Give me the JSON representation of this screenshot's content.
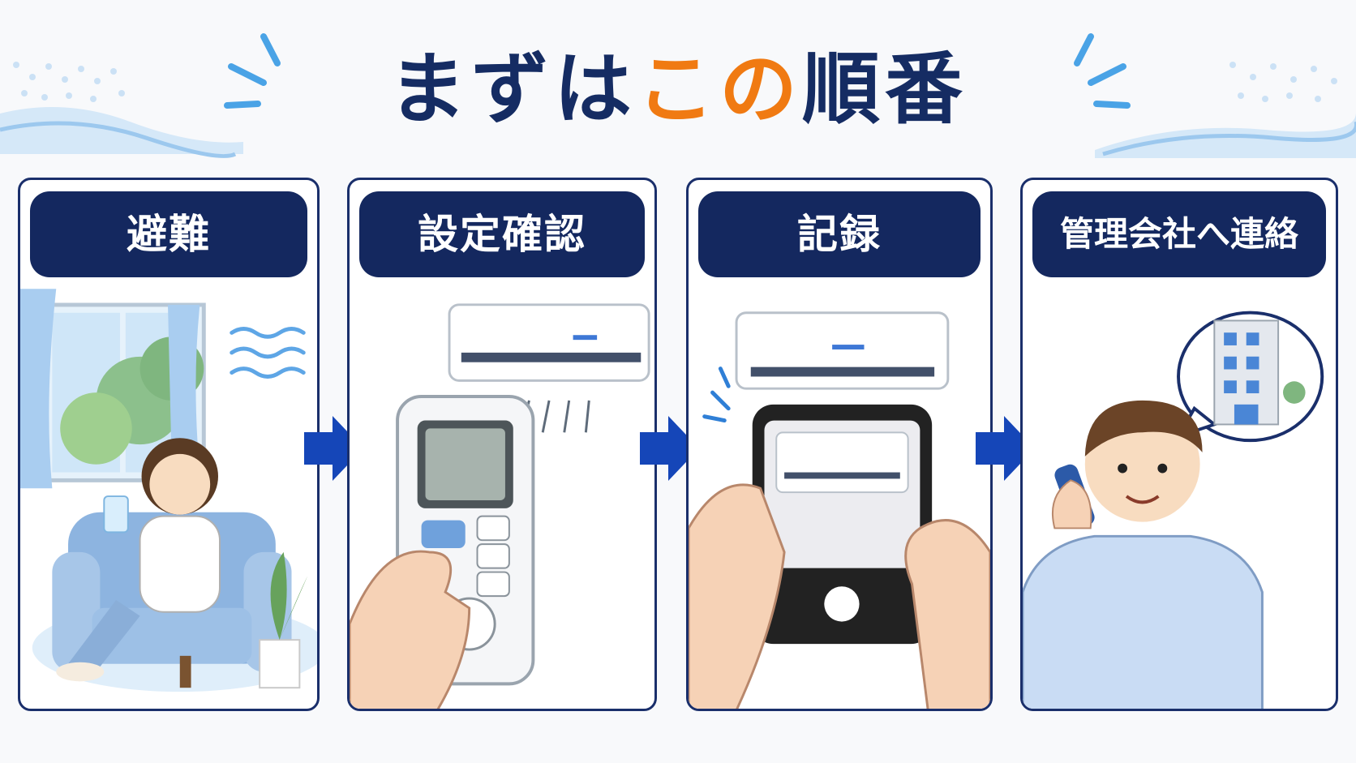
{
  "title": {
    "part1": "まずは",
    "accent": "この",
    "part2": "順番"
  },
  "colors": {
    "navy": "#14285f",
    "accent": "#f07a12",
    "arrow": "#1546b8",
    "wave": "#a9cff0"
  },
  "steps": [
    {
      "label": "避難",
      "icon": "person-resting-armchair-icon"
    },
    {
      "label": "設定確認",
      "icon": "remote-control-icon"
    },
    {
      "label": "記録",
      "icon": "smartphone-camera-icon"
    },
    {
      "label": "管理会社へ連絡",
      "icon": "phone-call-building-icon"
    }
  ]
}
